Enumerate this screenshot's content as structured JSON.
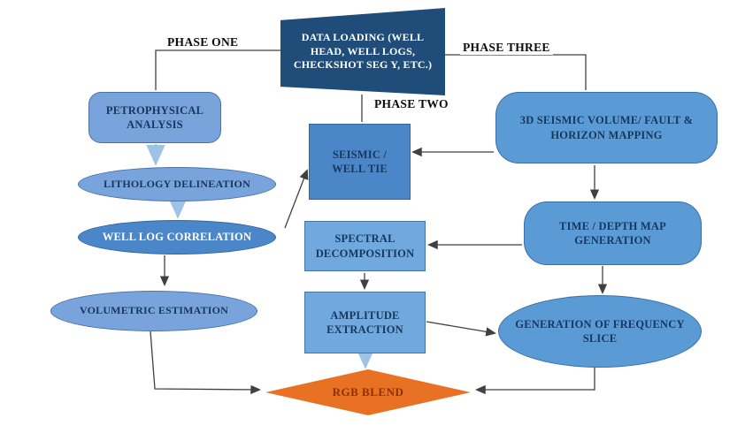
{
  "diagram_title": "Seismic interpretation workflow flowchart",
  "phase_labels": {
    "phase_one": "PHASE ONE",
    "phase_two": "PHASE TWO",
    "phase_three": "PHASE THREE"
  },
  "nodes": {
    "data_loading": {
      "label": "DATA LOADING (WELL HEAD, WELL LOGS, CHECKSHOT SEG Y, ETC.)"
    },
    "petrophysical_analysis": {
      "label": "PETROPHYSICAL ANALYSIS"
    },
    "lithology_delineation": {
      "label": "LITHOLOGY DELINEATION"
    },
    "well_log_correlation": {
      "label": "WELL LOG CORRELATION"
    },
    "volumetric_estimation": {
      "label": "VOLUMETRIC ESTIMATION"
    },
    "seismic_well_tie": {
      "label": "SEISMIC / WELL TIE"
    },
    "spectral_decomposition": {
      "label": "SPECTRAL DECOMPOSITION"
    },
    "amplitude_extraction": {
      "label": "AMPLITUDE EXTRACTION"
    },
    "seismic_volume_mapping": {
      "label": "3D SEISMIC VOLUME/ FAULT & HORIZON MAPPING"
    },
    "time_depth_map": {
      "label": "TIME / DEPTH MAP GENERATION"
    },
    "frequency_slice": {
      "label": "GENERATION OF FREQUENCY SLICE"
    },
    "rgb_blend": {
      "label": "RGB BLEND"
    }
  },
  "colors": {
    "dark_navy": "#1F4C79",
    "steel_blue": "#4A86C8",
    "light_blue": "#79A3DB",
    "sky_blue": "#6FA9DE",
    "panel_blue": "#5B9BD5",
    "arrow_blue": "#9DC3E6",
    "orange": "#E97123",
    "rgb_text": "#8B3103",
    "node_text": "#17375E",
    "line": "#404040"
  }
}
